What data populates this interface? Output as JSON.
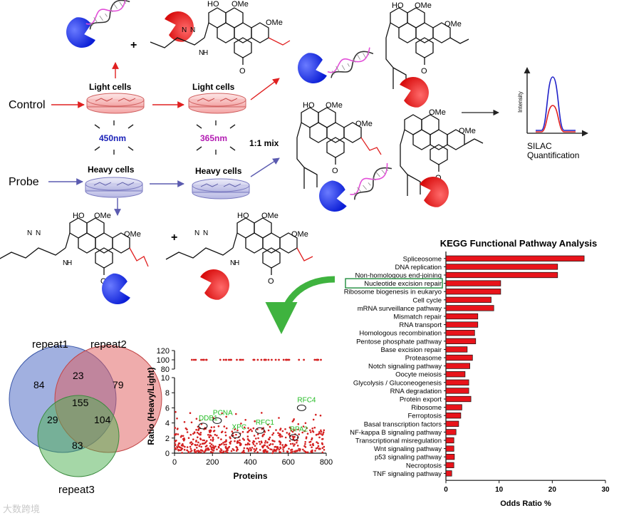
{
  "workflow": {
    "control_label": "Control",
    "probe_label": "Probe",
    "light_cells_1": "Light cells",
    "light_cells_2": "Light cells",
    "heavy_cells_1": "Heavy cells",
    "heavy_cells_2": "Heavy cells",
    "uv_450": "450nm",
    "uv_365": "365nm",
    "mix_label": "1:1 mix",
    "plus_label": "+",
    "silac_label_1": "SILAC",
    "silac_label_2": "Quantification",
    "intensity_label": "Intensity",
    "chem_labels": {
      "ho": "HO",
      "ome": "OMe",
      "o": "O",
      "h": "H",
      "n": "N"
    }
  },
  "venn": {
    "labels": [
      "repeat1",
      "repeat2",
      "repeat3"
    ],
    "counts": {
      "only1": "84",
      "only2": "79",
      "only3": "83",
      "r1_r2": "23",
      "r1_r3": "29",
      "r2_r3": "104",
      "all": "155"
    },
    "colors": [
      "#5470c6",
      "#e05a5a",
      "#4caf50"
    ]
  },
  "chart_data": [
    {
      "type": "scatter",
      "title": "",
      "xlabel": "Proteins",
      "ylabel": "Ratio (Heavy/Light)",
      "xlim": [
        0,
        800
      ],
      "ylim_lower": [
        0,
        10
      ],
      "ylim_upper": [
        80,
        120
      ],
      "xticks": [
        "0",
        "200",
        "400",
        "600",
        "800"
      ],
      "yticks_lower": [
        "0",
        "2",
        "4",
        "6",
        "8",
        "10"
      ],
      "yticks_upper": [
        "80",
        "100",
        "120"
      ],
      "point_color": "#d42020",
      "annotations": [
        {
          "label": "DDB1",
          "x": 150,
          "y": 3.6
        },
        {
          "label": "PCNA",
          "x": 225,
          "y": 4.3
        },
        {
          "label": "XPC",
          "x": 325,
          "y": 2.4
        },
        {
          "label": "RFC1",
          "x": 450,
          "y": 3.0
        },
        {
          "label": "RFC4",
          "x": 670,
          "y": 6.0
        },
        {
          "label": "RPA2",
          "x": 630,
          "y": 2.1
        }
      ],
      "annotation_color": "#22bb22"
    },
    {
      "type": "bar",
      "orientation": "horizontal",
      "title": "KEGG Functional Pathway Analysis",
      "xlabel": "Odds Ratio %",
      "ylabel": "",
      "xlim": [
        0,
        30
      ],
      "xticks": [
        "0",
        "10",
        "20",
        "30"
      ],
      "bar_color": "#e8141b",
      "highlight_category": "Nucleotide excision repair",
      "highlight_color": "#1e8c3c",
      "categories": [
        "Spliceosome",
        "DNA replication",
        "Non-homologous end-joining",
        "Nucleotide excision repair",
        "Ribosome biogenesis in eukaryo",
        "Cell cycle",
        "mRNA surveillance pathway",
        "Mismatch repair",
        "RNA transport",
        "Homologous recombination",
        "Pentose phosphate pathway",
        "Base excision repair",
        "Proteasome",
        "Notch signaling pathway",
        "Oocyte meiosis",
        "Glycolysis / Gluconeogenesis",
        "RNA degradation",
        "Protein export",
        "Ribosome",
        "Ferroptosis",
        "Basal transcription factors",
        "NF-kappa B signaling pathway",
        "Transcriptional misregulation",
        "Wnt signaling pathway",
        "p53 signaling pathway",
        "Necroptosis",
        "TNF signaling pathway"
      ],
      "values": [
        26,
        21,
        21,
        10.3,
        10.3,
        8.5,
        9.0,
        6.0,
        6.0,
        5.4,
        5.6,
        4.0,
        5.0,
        4.5,
        3.6,
        4.3,
        4.3,
        4.7,
        3.0,
        2.8,
        2.4,
        1.9,
        1.5,
        1.5,
        1.6,
        1.5,
        1.1
      ]
    }
  ],
  "watermark": "大数跨境"
}
